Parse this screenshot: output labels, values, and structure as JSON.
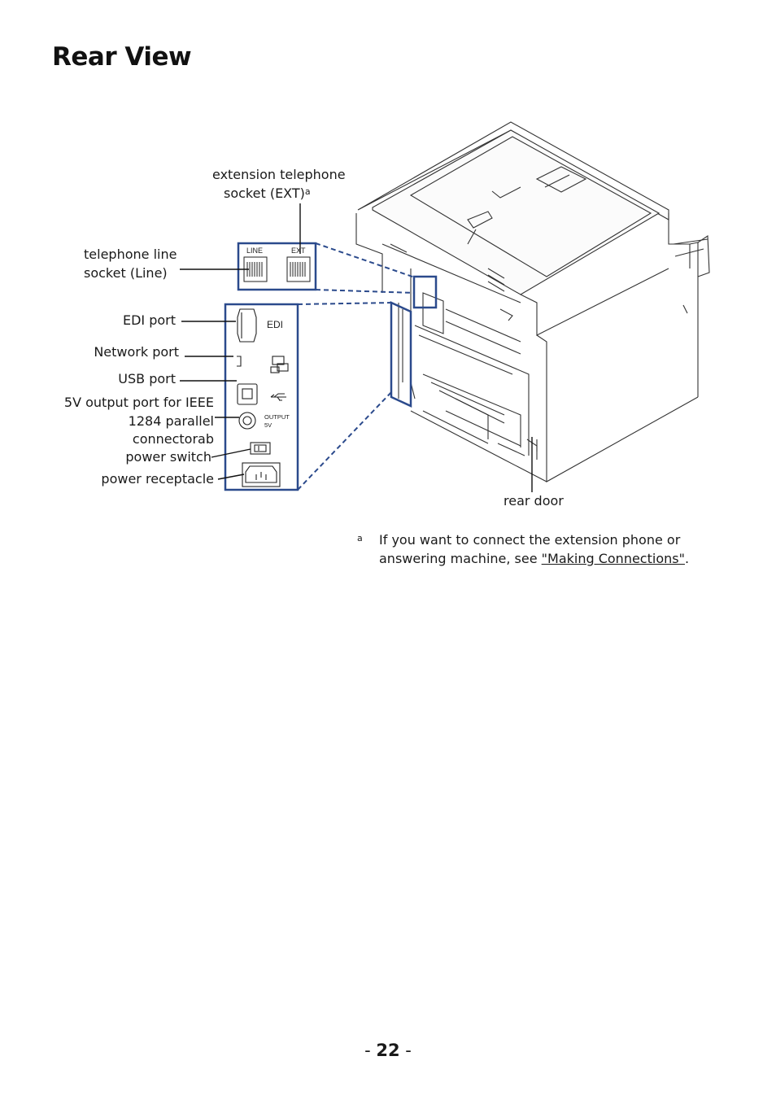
{
  "page": {
    "title": "Rear View",
    "page_number": "22",
    "page_prefix": "- ",
    "page_suffix": " -"
  },
  "callouts": {
    "ext_socket_line1": "extension telephone",
    "ext_socket_line2": "socket (EXT)",
    "ext_socket_sup": "a",
    "line_socket_line1": "telephone line",
    "line_socket_line2": "socket (Line)",
    "edi_port": "EDI port",
    "network_port": "Network port",
    "usb_port": "USB port",
    "output_line1": "5V output port for IEEE",
    "output_line2": "1284 parallel",
    "output_line3": "connectorab",
    "power_switch": "power switch",
    "power_receptacle": "power receptacle",
    "rear_door": "rear door"
  },
  "panel_labels": {
    "line": "LINE",
    "ext": "EXT",
    "edi": "EDI",
    "output": "OUTPUT",
    "output_voltage": "5V"
  },
  "footnote": {
    "mark": "a",
    "text": "If you want to connect the extension phone or answering machine, see ",
    "link": "\"Making Connections\"",
    "end": "."
  },
  "colors": {
    "accent_blue": "#2b4a8c",
    "line_dark": "#1a1a1a"
  }
}
